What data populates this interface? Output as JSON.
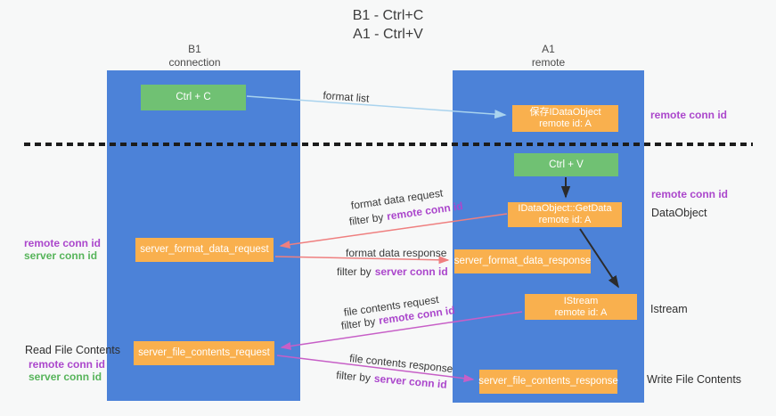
{
  "title": {
    "line1": "B1 - Ctrl+C",
    "line2": "A1 - Ctrl+V"
  },
  "lanes": {
    "left": {
      "title": "B1",
      "subtitle": "connection"
    },
    "right": {
      "title": "A1",
      "subtitle": "remote"
    }
  },
  "nodes": {
    "ctrl_c": "Ctrl + C",
    "ctrl_v": "Ctrl + V",
    "save_dataobject_line1": "保存IDataObject",
    "save_dataobject_line2": "remote id: A",
    "getdata_line1": "IDataObject::GetData",
    "getdata_line2": "remote id: A",
    "istream_line1": "IStream",
    "istream_line2": "remote id: A",
    "server_format_data_request": "server_format_data_request",
    "server_format_data_response": "server_format_data_response",
    "server_file_contents_request": "server_file_contents_request",
    "server_file_contents_response": "server_file_contents_response"
  },
  "edge_labels": {
    "format_list": "format list",
    "format_data_request": "format data request",
    "format_data_response": "format data response",
    "file_contents_request": "file contents request",
    "file_contents_response": "file contents response",
    "filter_by": "filter by",
    "remote_conn_id": "remote conn id",
    "server_conn_id": "server conn id"
  },
  "annotations": {
    "right_remote_conn_id_top": "remote conn id",
    "right_remote_conn_id_mid": "remote conn id",
    "dataobject": "DataObject",
    "istream": "Istream",
    "write_file_contents": "Write File Contents",
    "left_remote_conn_id_top": "remote conn id",
    "left_server_conn_id_top": "server conn id",
    "read_file_contents": "Read File Contents",
    "left_remote_conn_id_bottom": "remote conn id",
    "left_server_conn_id_bottom": "server conn id"
  },
  "colors": {
    "bg": "#f7f8f8",
    "lane-blue": "#4c82d8",
    "box-orange": "#f9b04e",
    "box-green": "#70c173",
    "id-purple": "#ab47cc",
    "id-green": "#56b45a",
    "arrow-blue": "#a9d3ee",
    "arrow-red": "#ef7f7f",
    "arrow-magenta": "#c75fc7",
    "arrow-black": "#2b2b2b",
    "dashed-line": "#1c1c1c"
  }
}
